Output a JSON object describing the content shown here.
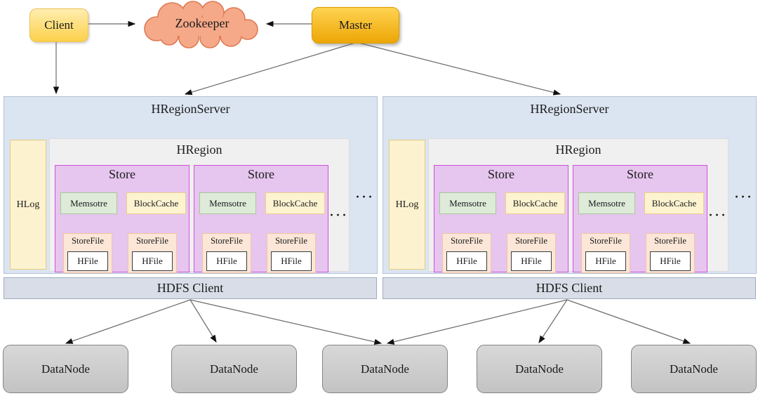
{
  "nodes": {
    "client": {
      "label": "Client"
    },
    "zookeeper": {
      "label": "Zookeeper"
    },
    "master": {
      "label": "Master"
    }
  },
  "region_servers": [
    {
      "title": "HRegionServer",
      "hlog_label": "HLog",
      "more_regions_ellipsis": "···",
      "region": {
        "title": "HRegion",
        "more_stores_ellipsis": "···",
        "stores": [
          {
            "title": "Store",
            "memstore_label": "Memsotre",
            "blockcache_label": "BlockCache",
            "storefiles": [
              {
                "title": "StoreFile",
                "hfile_label": "HFile"
              },
              {
                "title": "StoreFile",
                "hfile_label": "HFile"
              }
            ]
          },
          {
            "title": "Store",
            "memstore_label": "Memsotre",
            "blockcache_label": "BlockCache",
            "storefiles": [
              {
                "title": "StoreFile",
                "hfile_label": "HFile"
              },
              {
                "title": "StoreFile",
                "hfile_label": "HFile"
              }
            ]
          }
        ]
      }
    },
    {
      "title": "HRegionServer",
      "hlog_label": "HLog",
      "more_regions_ellipsis": "···",
      "region": {
        "title": "HRegion",
        "more_stores_ellipsis": "···",
        "stores": [
          {
            "title": "Store",
            "memstore_label": "Memsotre",
            "blockcache_label": "BlockCache",
            "storefiles": [
              {
                "title": "StoreFile",
                "hfile_label": "HFile"
              },
              {
                "title": "StoreFile",
                "hfile_label": "HFile"
              }
            ]
          },
          {
            "title": "Store",
            "memstore_label": "Memsotre",
            "blockcache_label": "BlockCache",
            "storefiles": [
              {
                "title": "StoreFile",
                "hfile_label": "HFile"
              },
              {
                "title": "StoreFile",
                "hfile_label": "HFile"
              }
            ]
          }
        ]
      }
    }
  ],
  "hdfs_clients": [
    {
      "label": "HDFS Client"
    },
    {
      "label": "HDFS Client"
    }
  ],
  "datanodes": [
    {
      "label": "DataNode"
    },
    {
      "label": "DataNode"
    },
    {
      "label": "DataNode"
    },
    {
      "label": "DataNode"
    },
    {
      "label": "DataNode"
    }
  ],
  "colors": {
    "client_fill": "#FCD04A",
    "master_fill": "#FFC000",
    "zookeeper_fill": "#F5A988",
    "zookeeper_border": "#DD7752",
    "server_fill": "#DBE5F1",
    "hlog_fill": "#FDF2CF",
    "hregion_fill": "#F0F0F0",
    "store_fill": "#E6C5EF",
    "store_border": "#CF52D9",
    "memstore_fill": "#DDEBD8",
    "blockcache_fill": "#FDF3D1",
    "storefile_fill": "#FBE6D7",
    "hfile_fill": "#FFFFFF",
    "hdfs_fill": "#D8DDE7",
    "datanode_fill": "#CCCCCC",
    "arrow": "#595959"
  }
}
